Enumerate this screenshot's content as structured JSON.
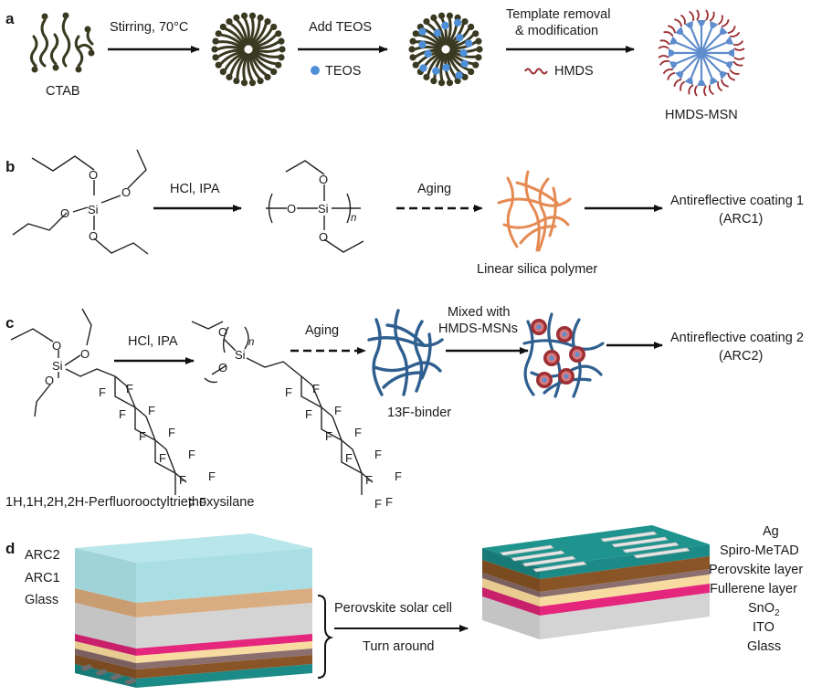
{
  "panels": {
    "a": {
      "label": "a",
      "ctab": "CTAB",
      "step1": "Stirring, 70°C",
      "step2": "Add TEOS",
      "teos_legend": "TEOS",
      "step3_line1": "Template removal",
      "step3_line2": "& modification",
      "hmds_legend": "HMDS",
      "product": "HMDS-MSN"
    },
    "b": {
      "label": "b",
      "si": "Si",
      "o": "O",
      "n": "n",
      "reagent": "HCl, IPA",
      "aging": "Aging",
      "polymer": "Linear silica polymer",
      "result_line1": "Antireflective coating 1",
      "result_line2": "(ARC1)"
    },
    "c": {
      "label": "c",
      "si": "Si",
      "o": "O",
      "f": "F",
      "n": "n",
      "reagent": "HCl, IPA",
      "aging": "Aging",
      "binder": "13F-binder",
      "mixed_line1": "Mixed with",
      "mixed_line2": "HMDS-MSNs",
      "result_line1": "Antireflective coating 2",
      "result_line2": "(ARC2)",
      "compound": "1H,1H,2H,2H-Perfluorooctyltriethoxysilane"
    },
    "d": {
      "label": "d",
      "left_layers": [
        "ARC2",
        "ARC1",
        "Glass"
      ],
      "bracket_line1": "Perovskite solar cell",
      "bracket_line2": "Turn around",
      "right_layers": [
        "Ag",
        "Spiro-MeTAD",
        "Perovskite layer",
        "Fullerene layer",
        "SnO",
        "ITO",
        "Glass"
      ],
      "sno2_subscript": "2"
    }
  },
  "colors": {
    "surfactant": "#3a3a22",
    "teos": "#4f8fd8",
    "msn_blue": "#5f8ccc",
    "hmds": "#9c2f33",
    "silica_polymer": "#e58a52",
    "binder": "#2f5f8f",
    "arc2": "#a9dfe4",
    "arc1": "#d9ad82",
    "glass": "#d2d2d2",
    "teal": "#1c8a86",
    "brown": "#8a5526",
    "pink": "#e5267d",
    "beige": "#f8dba0",
    "silver": "#dcdcdc"
  }
}
